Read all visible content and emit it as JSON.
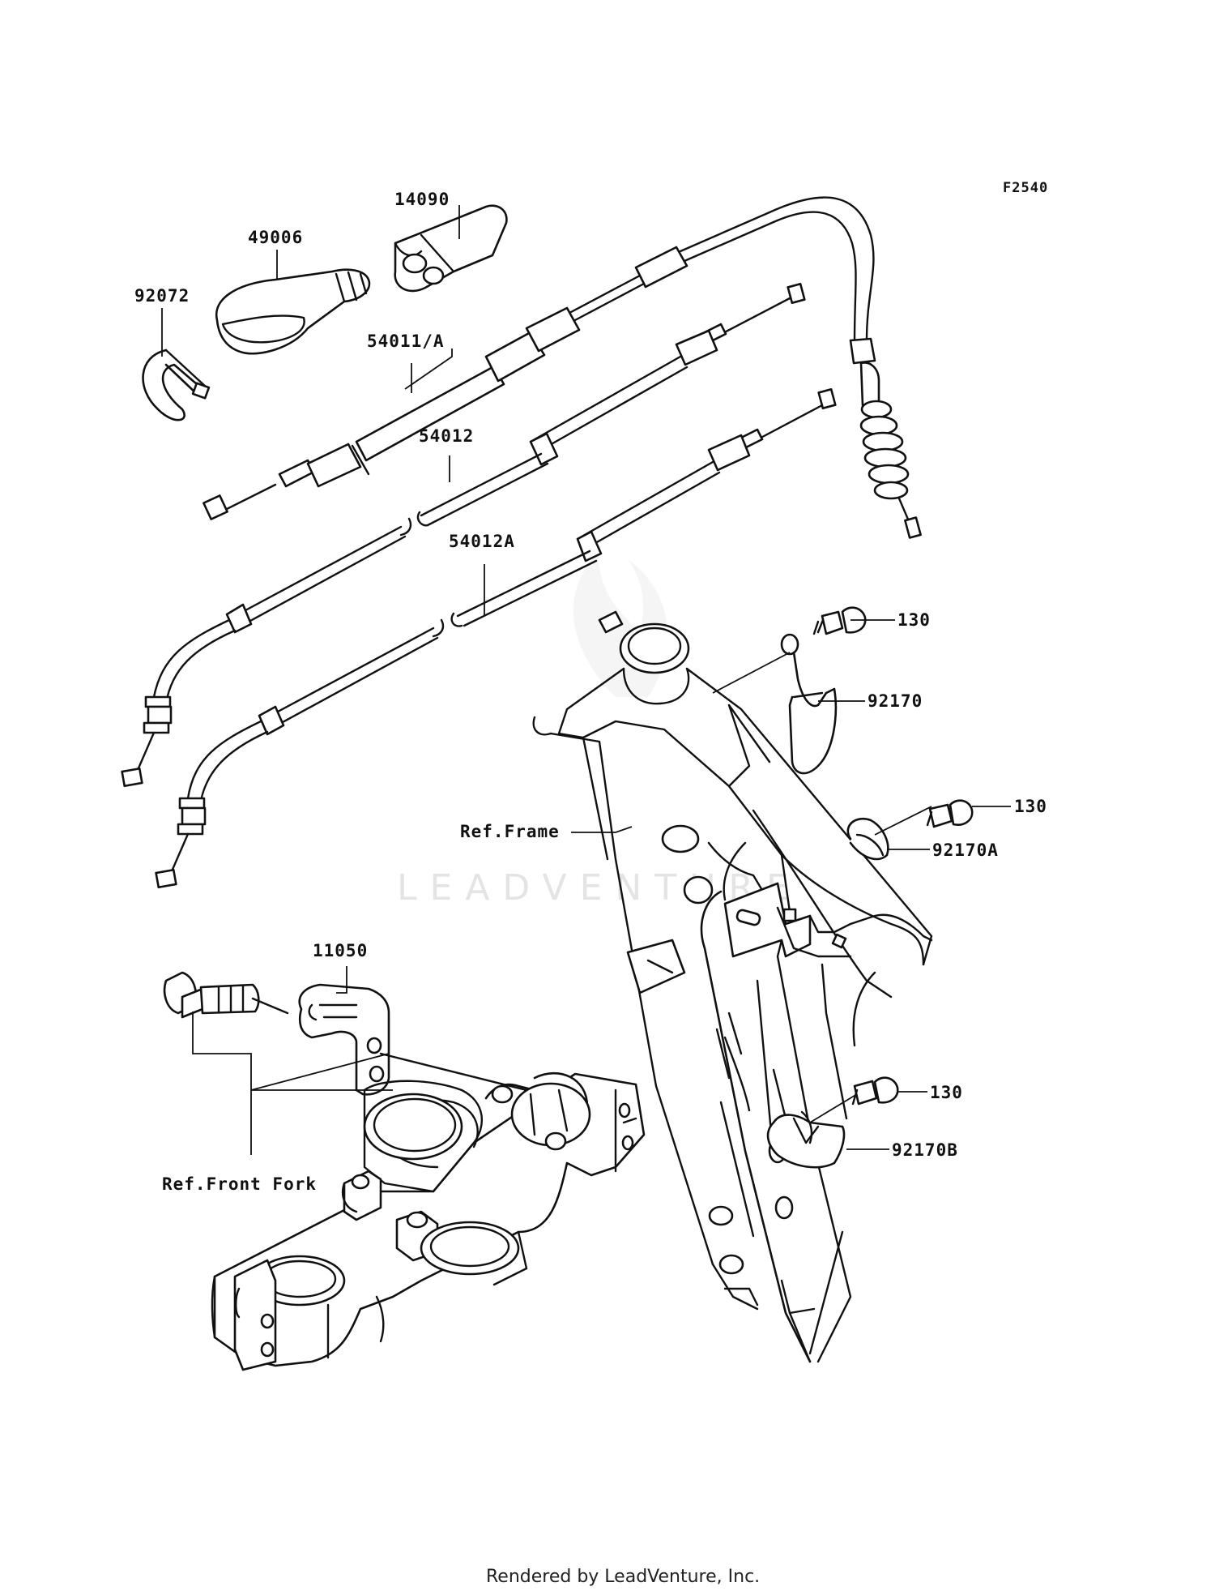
{
  "diagram_code": "F2540",
  "watermark": "LEADVENTURE",
  "footer": "Rendered by LeadVenture, Inc.",
  "callouts": {
    "part_14090": "14090",
    "part_49006": "49006",
    "part_92072": "92072",
    "part_54011A": "54011/A",
    "part_54012": "54012",
    "part_54012A": "54012A",
    "part_130_top": "130",
    "part_92170": "92170",
    "part_130_mid": "130",
    "part_92170A": "92170A",
    "ref_frame": "Ref.Frame",
    "part_11050": "11050",
    "ref_front_fork": "Ref.Front Fork",
    "part_130_low": "130",
    "part_92170B": "92170B"
  }
}
